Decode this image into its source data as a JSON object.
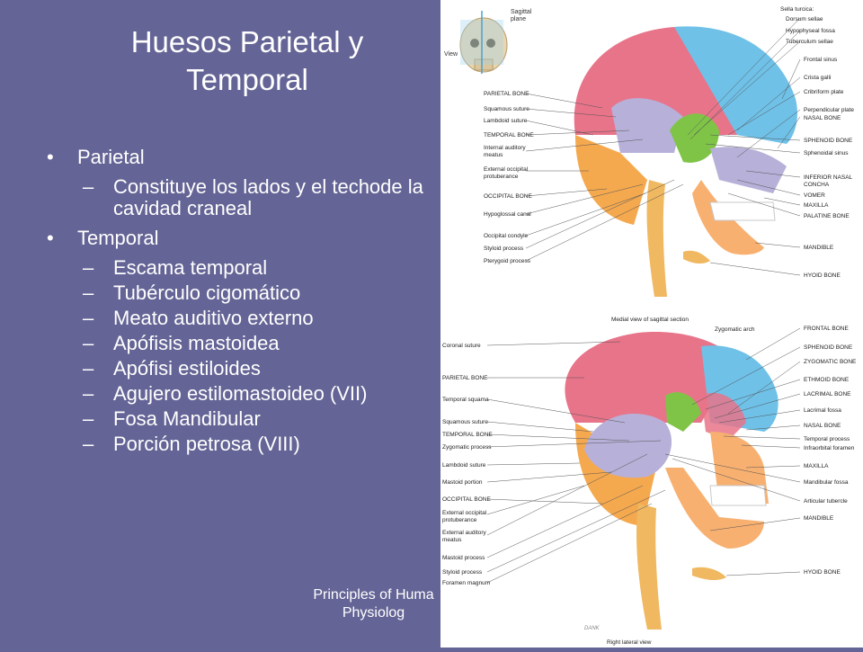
{
  "slide": {
    "title_line1": "Huesos Parietal y",
    "title_line2": "Temporal",
    "bullets": [
      {
        "label": "Parietal",
        "sub": [
          "Constituye los lados y el techode la cavidad craneal"
        ]
      },
      {
        "label": "Temporal",
        "sub": [
          "Escama temporal",
          "Tubérculo cigomático",
          "Meato auditivo externo",
          "Apófisis mastoidea",
          "Apófisi estiloides",
          "Agujero estilomastoideo (VII)",
          "Fosa Mandibular",
          "Porción petrosa (VIII)"
        ]
      }
    ],
    "footer_line1": "Principles of Huma",
    "footer_line2": "Physiolog"
  },
  "figure": {
    "top": {
      "caption": "Medial view of sagittal section",
      "inset_label1": "Sagittal",
      "inset_label2": "plane",
      "inset_view": "View",
      "left_labels": [
        "PARIETAL BONE",
        "Squamous suture",
        "Lambdoid suture",
        "TEMPORAL BONE",
        "Internal auditory",
        "meatus",
        "External occipital",
        "protuberance",
        "OCCIPITAL BONE",
        "Hypoglossal canal",
        "Occipital condyle",
        "Styloid process",
        "Pterygoid process"
      ],
      "right_labels": [
        "Sella turcica:",
        "Dorsum sellae",
        "Hypophyseal fossa",
        "Tuberculum sellae",
        "Frontal sinus",
        "Crista galli",
        "Cribriform plate",
        "Perpendicular plate",
        "NASAL BONE",
        "SPHENOID BONE",
        "Sphenoidal sinus",
        "INFERIOR NASAL",
        "CONCHA",
        "VOMER",
        "MAXILLA",
        "PALATINE BONE",
        "MANDIBLE",
        "HYOID BONE"
      ]
    },
    "bottom": {
      "caption": "Right lateral view",
      "top_label": "Zygomatic arch",
      "left_labels": [
        "Coronal suture",
        "PARIETAL BONE",
        "Temporal squama",
        "Squamous suture",
        "TEMPORAL BONE",
        "Zygomatic process",
        "Lambdoid suture",
        "Mastoid portion",
        "OCCIPITAL BONE",
        "External occipital",
        "protuberance",
        "External auditory",
        "meatus",
        "Mastoid process",
        "Styloid process",
        "Foramen magnum"
      ],
      "right_labels": [
        "FRONTAL BONE",
        "SPHENOID BONE",
        "ZYGOMATIC BONE",
        "ETHMOID BONE",
        "LACRIMAL BONE",
        "Lacrimal fossa",
        "NASAL BONE",
        "Temporal process",
        "Infraorbital foramen",
        "MAXILLA",
        "Mandibular fossa",
        "Articular tubercle",
        "MANDIBLE",
        "HYOID BONE"
      ],
      "signature": "DANK"
    },
    "colors": {
      "parietal": "#e8748a",
      "frontal": "#6fc1e8",
      "temporal": "#b7b0d8",
      "occipital": "#f5a94f",
      "sphenoid": "#7fc447",
      "spine": "#f0b860",
      "mandible": "#f7b070"
    }
  }
}
